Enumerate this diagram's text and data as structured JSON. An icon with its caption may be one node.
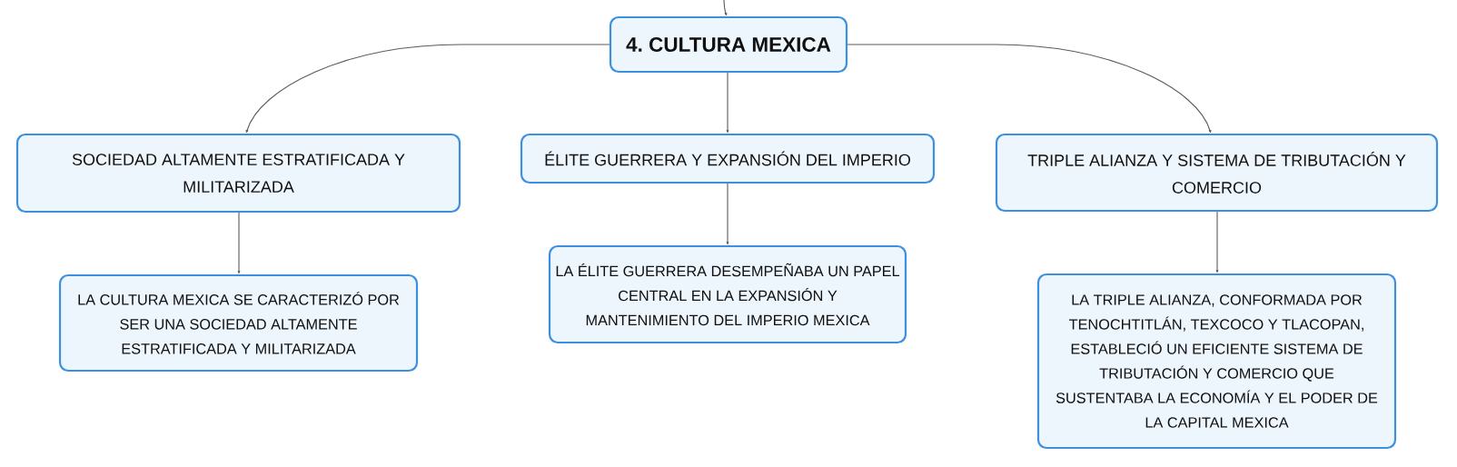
{
  "diagram": {
    "nodes": [
      {
        "text": [
          "4. CULTURA MEXICA"
        ]
      },
      {
        "text": [
          "SOCIEDAD ALTAMENTE ESTRATIFICADA Y MILITARIZADA"
        ]
      },
      {
        "text": [
          "ÉLITE GUERRERA Y EXPANSIÓN DEL IMPERIO"
        ]
      },
      {
        "text": [
          "TRIPLE ALIANZA Y SISTEMA DE TRIBUTACIÓN Y COMERCIO"
        ]
      },
      {
        "text": [
          "LA CULTURA MEXICA SE CARACTERIZÓ POR SER UNA SOCIEDAD ALTAMENTE ESTRATIFICADA Y MILITARIZADA"
        ]
      },
      {
        "text": [
          "LA ÉLITE GUERRERA DESEMPEÑABA UN PAPEL CENTRAL EN LA EXPANSIÓN Y MANTENIMIENTO DEL IMPERIO MEXICA"
        ]
      },
      {
        "text": [
          "LA TRIPLE ALIANZA, CONFORMADA POR TENOCHTITLÁN, TEXCOCO Y TLACOPAN, ESTABLECIÓ UN EFICIENTE SISTEMA DE TRIBUTACIÓN Y COMERCIO QUE SUSTENTABA LA ECONOMÍA Y EL PODER DE LA CAPITAL MEXICA"
        ]
      }
    ],
    "edges": [
      {
        "from": null,
        "to": 0,
        "arrow": "to"
      },
      {
        "from": 0,
        "to": 1,
        "arrow": "to"
      },
      {
        "from": 0,
        "to": 2,
        "arrow": "to"
      },
      {
        "from": 0,
        "to": 3,
        "arrow": "to"
      },
      {
        "from": 1,
        "to": 4,
        "arrow": "to"
      },
      {
        "from": 2,
        "to": 5,
        "arrow": "to"
      },
      {
        "from": 3,
        "to": 6,
        "arrow": "to"
      }
    ]
  }
}
